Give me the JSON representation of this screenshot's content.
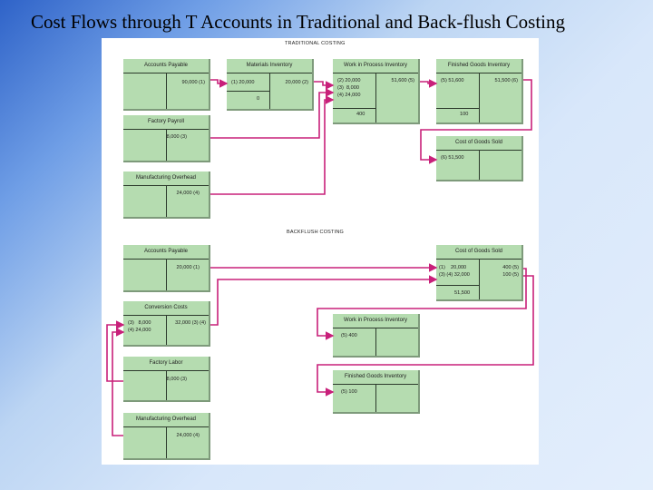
{
  "slide_title": "Cost Flows through T Accounts in Traditional and Back-flush Costing",
  "colors": {
    "account_fill": "#b5dcb0",
    "flow_line": "#c8207a"
  },
  "traditional": {
    "label": "TRADITIONAL COSTING",
    "accounts_payable": {
      "title": "Accounts Payable",
      "cr": "90,000 (1)"
    },
    "materials_inventory": {
      "title": "Materials Inventory",
      "dr": "(1) 20,000",
      "cr": "20,000 (2)",
      "bal": "0"
    },
    "wip_inventory": {
      "title": "Work in Process Inventory",
      "dr1": "(2) 20,000",
      "dr2": "(3)  8,000",
      "dr3": "(4) 24,000",
      "cr": "51,600 (5)",
      "bal": "400"
    },
    "finished_goods": {
      "title": "Finished Goods Inventory",
      "dr": "(5) 51,600",
      "cr": "51,500 (6)",
      "bal": "100"
    },
    "factory_payroll": {
      "title": "Factory Payroll",
      "cr": "8,000 (3)"
    },
    "cost_of_goods_sold": {
      "title": "Cost of Goods Sold",
      "dr": "(6) 51,500"
    },
    "manufacturing_overhead": {
      "title": "Manufacturing Overhead",
      "cr": "24,000 (4)"
    }
  },
  "backflush": {
    "label": "BACKFLUSH COSTING",
    "accounts_payable": {
      "title": "Accounts Payable",
      "cr": "20,000 (1)"
    },
    "cost_of_goods_sold": {
      "title": "Cost of Goods Sold",
      "dr1": "(1)    20,000",
      "dr2": "(3) (4) 32,000",
      "cr1": "400 (5)",
      "cr2": "100 (5)",
      "bal": "51,500"
    },
    "conversion_costs": {
      "title": "Conversion Costs",
      "dr1": "(3)   8,000",
      "dr2": "(4) 24,000",
      "cr": "32,000 (3) (4)"
    },
    "wip_inventory": {
      "title": "Work in Process Inventory",
      "dr": "(5) 400"
    },
    "factory_labor": {
      "title": "Factory Labor",
      "cr": "8,000 (3)"
    },
    "finished_goods": {
      "title": "Finished Goods Inventory",
      "dr": "(5) 100"
    },
    "manufacturing_overhead": {
      "title": "Manufacturing Overhead",
      "cr": "24,000 (4)"
    }
  }
}
